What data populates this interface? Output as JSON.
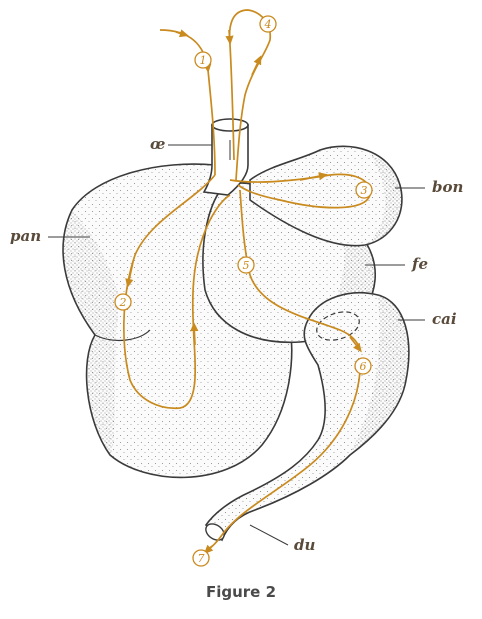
{
  "labels": {
    "oe": "œ",
    "pan": "pan",
    "bon": "bon",
    "fe": "fe",
    "cai": "cai",
    "du": "du"
  },
  "steps": [
    "1",
    "2",
    "3",
    "4",
    "5",
    "6",
    "7"
  ],
  "caption": "Figure 2",
  "colors": {
    "path": "#c98a1e",
    "outline": "#3a3a3a",
    "stipple": "#5a5a5a",
    "label": "#5a4a3a"
  }
}
